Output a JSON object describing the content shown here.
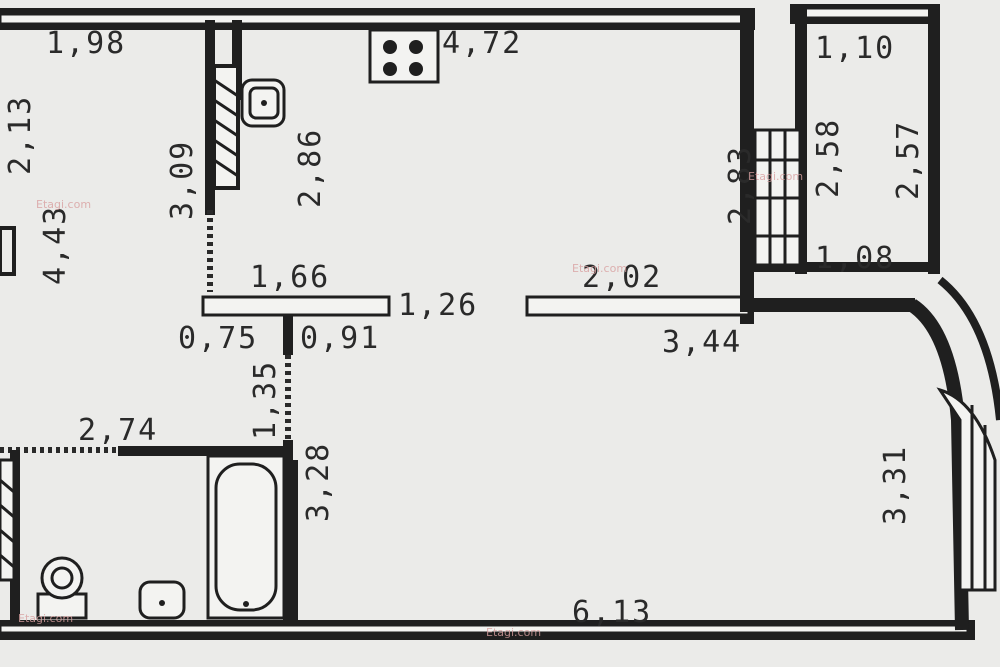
{
  "plan": {
    "dimensions": [
      {
        "id": "d1",
        "text": "1,98"
      },
      {
        "id": "d2",
        "text": "4,72"
      },
      {
        "id": "d3",
        "text": "1,10"
      },
      {
        "id": "d4",
        "text": "2,13"
      },
      {
        "id": "d5",
        "text": "3,09"
      },
      {
        "id": "d6",
        "text": "2,86"
      },
      {
        "id": "d7",
        "text": "2,83"
      },
      {
        "id": "d8",
        "text": "2,58"
      },
      {
        "id": "d9",
        "text": "2,57"
      },
      {
        "id": "d10",
        "text": "4,43"
      },
      {
        "id": "d11",
        "text": "1,66"
      },
      {
        "id": "d12",
        "text": "2,02"
      },
      {
        "id": "d13",
        "text": "1,08"
      },
      {
        "id": "d14",
        "text": "1,26"
      },
      {
        "id": "d15",
        "text": "0,75"
      },
      {
        "id": "d16",
        "text": "0,91"
      },
      {
        "id": "d17",
        "text": "3,44"
      },
      {
        "id": "d18",
        "text": "1,35"
      },
      {
        "id": "d19",
        "text": "2,74"
      },
      {
        "id": "d20",
        "text": "3,28"
      },
      {
        "id": "d21",
        "text": "3,31"
      },
      {
        "id": "d22",
        "text": "6,13"
      }
    ],
    "watermark": "Etagi.com"
  }
}
